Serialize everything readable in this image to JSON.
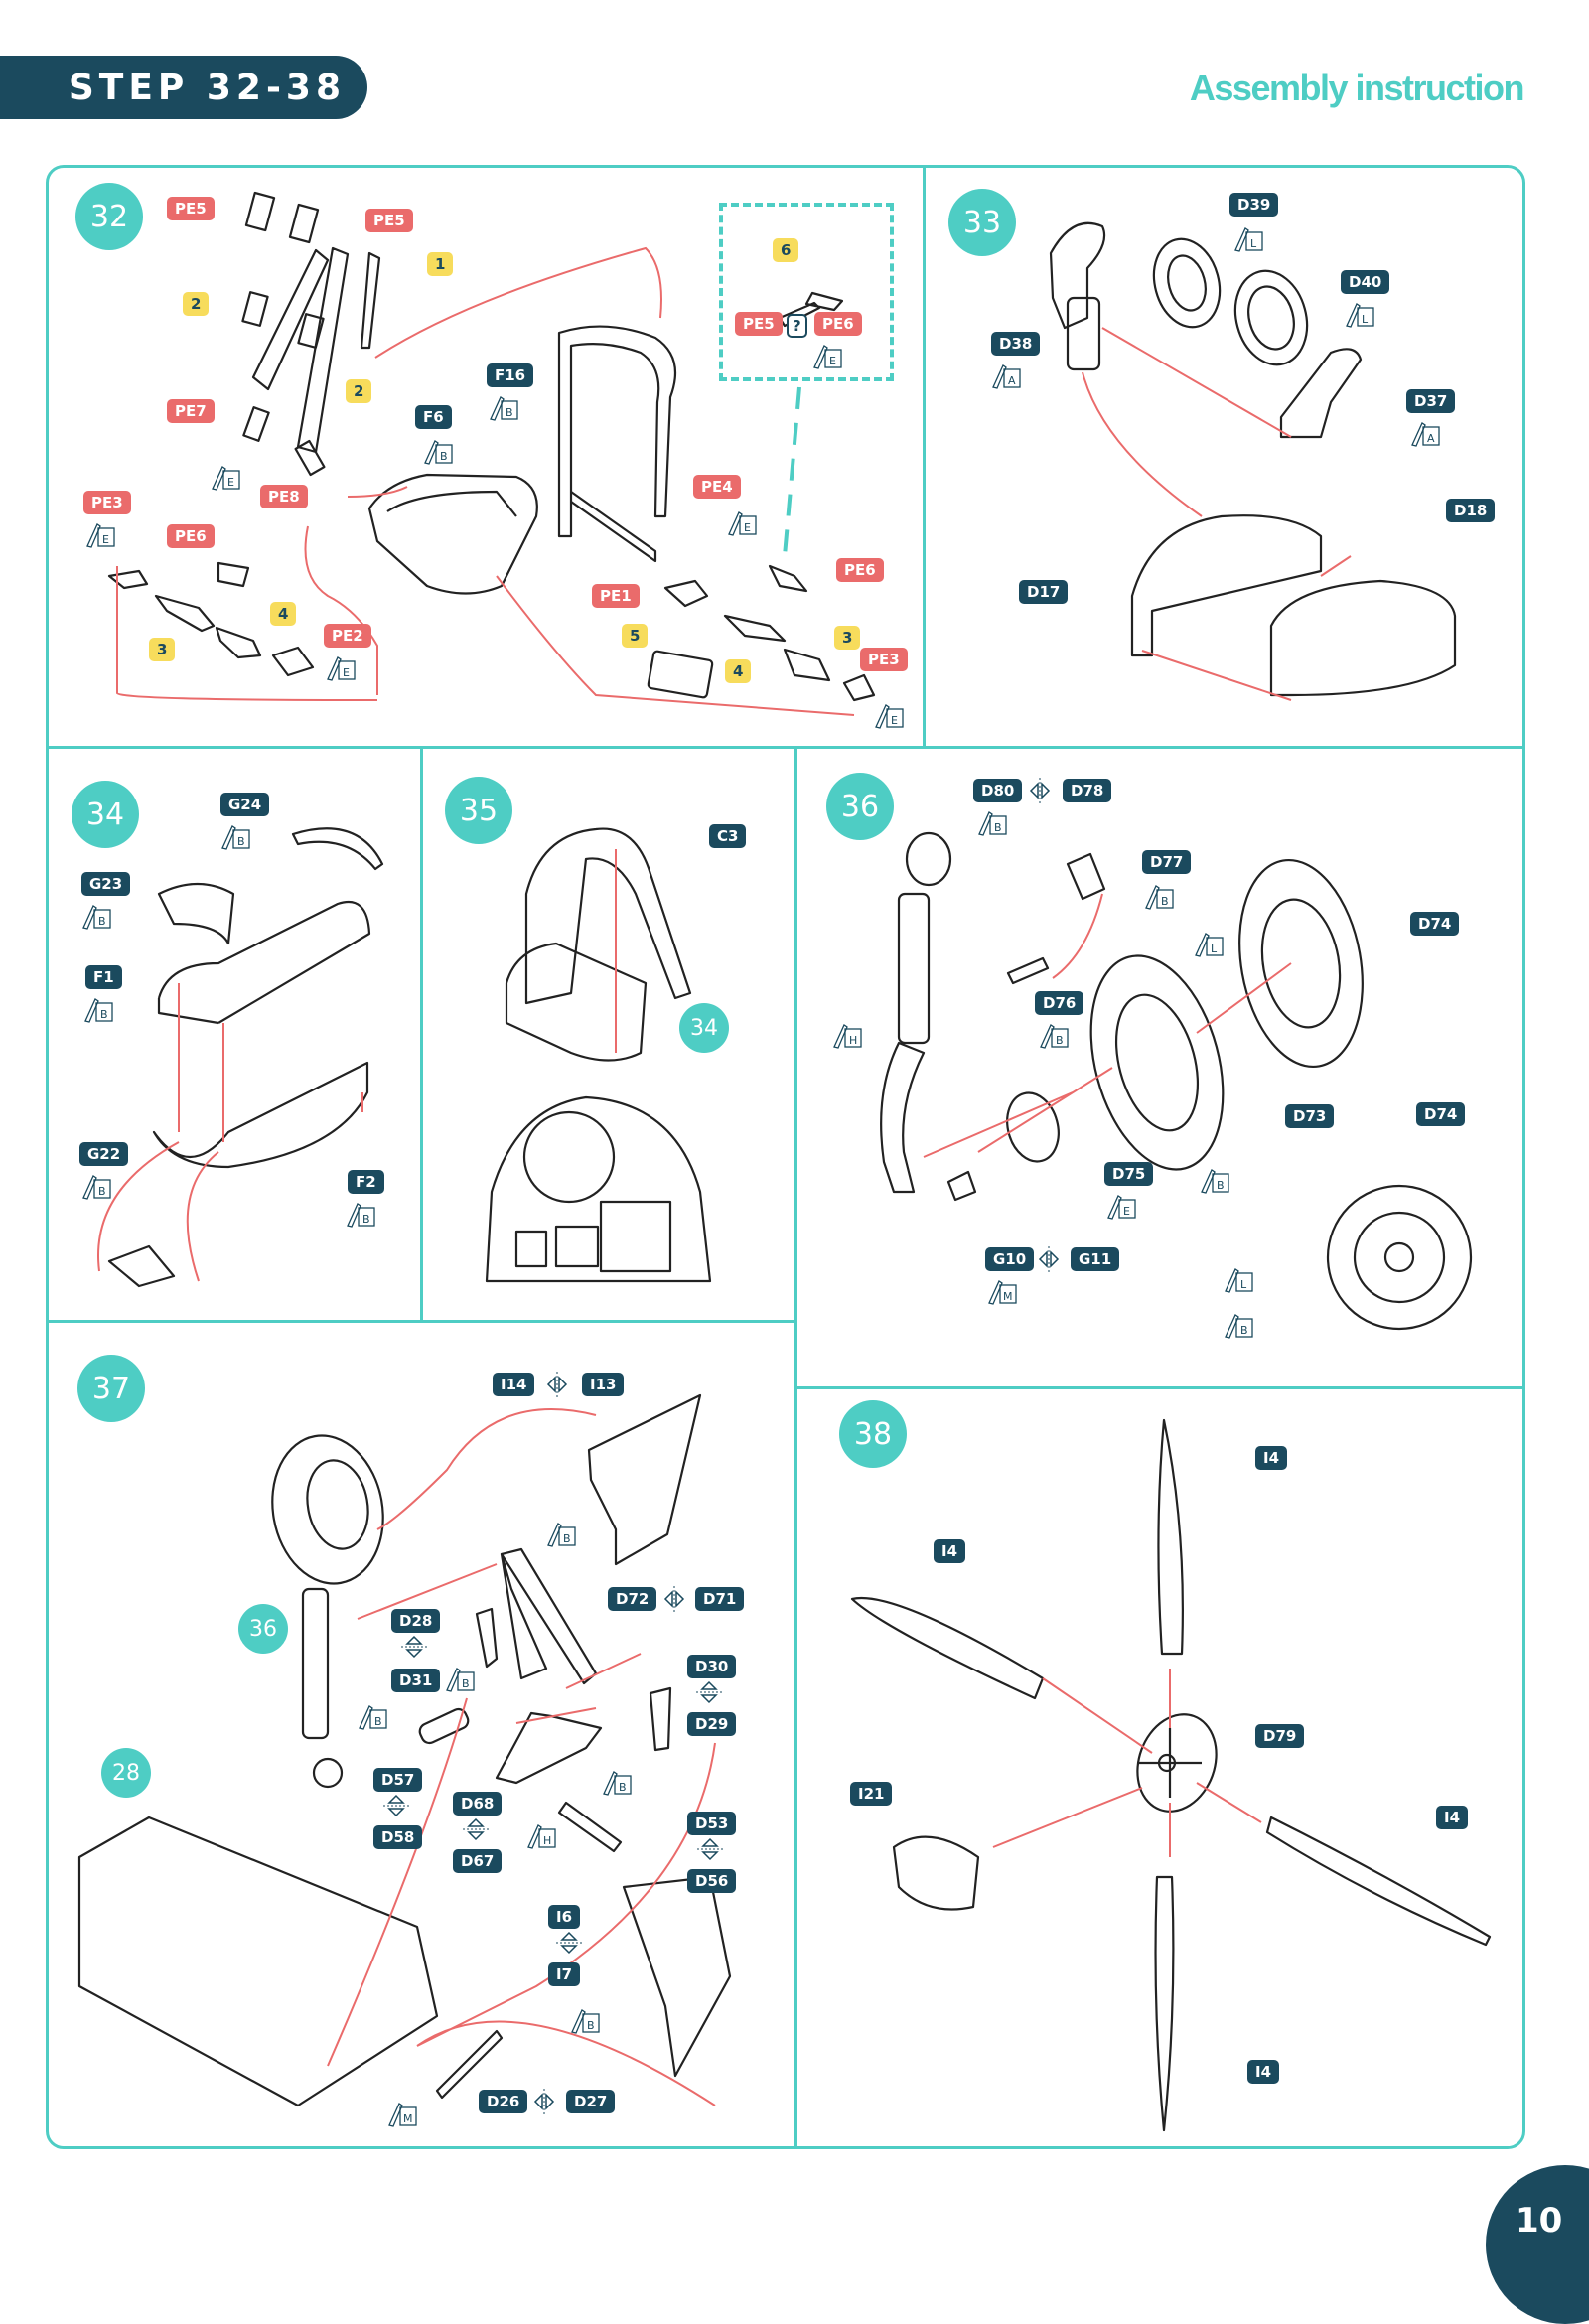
{
  "header": {
    "step_range": "STEP 32-38",
    "title": "Assembly instruction"
  },
  "page_number": "10",
  "colors": {
    "teal": "#4ecdc4",
    "navy": "#1b4a5e",
    "red": "#ea6b6b",
    "yellow": "#f7dc5c"
  },
  "steps": {
    "s32": {
      "number": "32",
      "labels": {
        "pe5a": "PE5",
        "pe5b": "PE5",
        "n1": "1",
        "n2a": "2",
        "n2b": "2",
        "pe7": "PE7",
        "pe8": "PE8",
        "f6": "F6",
        "f16": "F16",
        "pe3a": "PE3",
        "pe6a": "PE6",
        "n4a": "4",
        "n3a": "3",
        "pe2": "PE2",
        "n6": "6",
        "pe5c": "PE5",
        "q": "?",
        "pe6b": "PE6",
        "pe4": "PE4",
        "pe1": "PE1",
        "pe6c": "PE6",
        "n5": "5",
        "n4b": "4",
        "n3b": "3",
        "pe3b": "PE3"
      },
      "paints": {
        "p1": "E",
        "p2": "B",
        "p3": "B",
        "p4": "E",
        "p5": "E",
        "p6": "E",
        "p7": "E",
        "p8": "E"
      }
    },
    "s33": {
      "number": "33",
      "labels": {
        "d39": "D39",
        "d40": "D40",
        "d38": "D38",
        "d37": "D37",
        "d18": "D18",
        "d17": "D17"
      },
      "paints": {
        "d39": "L",
        "d40": "L",
        "d38": "A",
        "d37": "A"
      }
    },
    "s34": {
      "number": "34",
      "labels": {
        "g24": "G24",
        "g23": "G23",
        "f1": "F1",
        "g22": "G22",
        "f2": "F2"
      },
      "paints": {
        "g24": "B",
        "g23": "B",
        "f1": "B",
        "g22": "B",
        "f2": "B"
      }
    },
    "s35": {
      "number": "35",
      "ref": "34",
      "labels": {
        "c3": "C3"
      }
    },
    "s36": {
      "number": "36",
      "labels": {
        "d80": "D80",
        "d78": "D78",
        "d77": "D77",
        "d74a": "D74",
        "d76": "D76",
        "d73": "D73",
        "d74b": "D74",
        "d75": "D75",
        "g10": "G10",
        "g11": "G11"
      },
      "paints": {
        "d80": "B",
        "d77": "B",
        "l1": "L",
        "h": "H",
        "d76": "B",
        "d73": "B",
        "d75": "E",
        "g10": "M",
        "l2": "L",
        "b2": "B"
      }
    },
    "s37": {
      "number": "37",
      "refs": {
        "r36": "36",
        "r28": "28"
      },
      "labels": {
        "i14": "I14",
        "i13": "I13",
        "d72": "D72",
        "d71": "D71",
        "d28": "D28",
        "d31": "D31",
        "d30": "D30",
        "d29": "D29",
        "d57": "D57",
        "d58": "D58",
        "d68": "D68",
        "d67": "D67",
        "d53": "D53",
        "d56": "D56",
        "i6": "I6",
        "i7": "I7",
        "d26": "D26",
        "d27": "D27"
      },
      "paints": {
        "p1": "B",
        "p2": "B",
        "p3": "B",
        "p4": "B",
        "p5": "H",
        "p6": "B",
        "p7": "M"
      }
    },
    "s38": {
      "number": "38",
      "labels": {
        "i4a": "I4",
        "i4b": "I4",
        "d79": "D79",
        "i21": "I21",
        "i4c": "I4",
        "i4d": "I4"
      }
    }
  }
}
